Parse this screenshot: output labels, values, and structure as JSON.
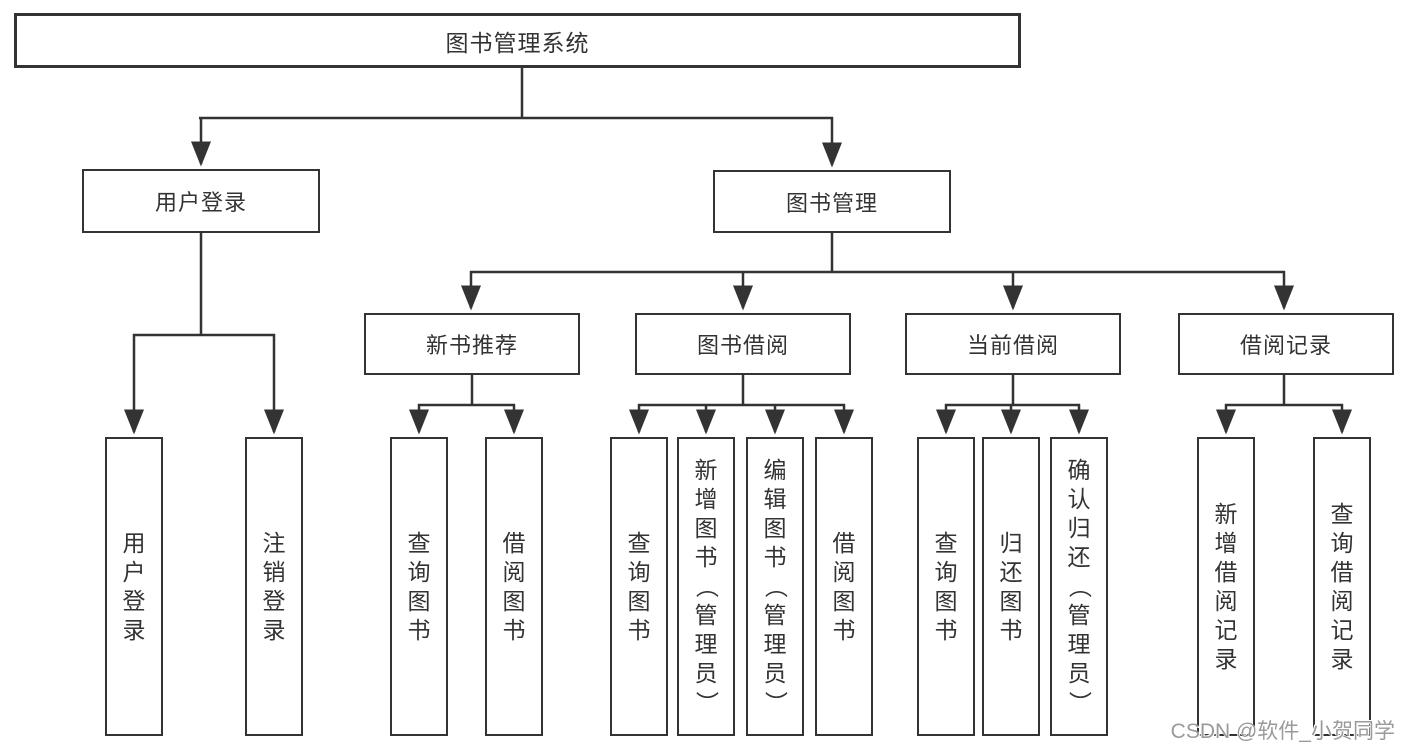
{
  "colors": {
    "line": "#333333",
    "text": "#333333",
    "border": "#333333",
    "bg": "#ffffff",
    "watermark": "#9a9a9a"
  },
  "hierarchy": {
    "label": "图书管理系统",
    "children": [
      {
        "label": "用户登录",
        "children": [
          {
            "label": "用户登录"
          },
          {
            "label": "注销登录"
          }
        ]
      },
      {
        "label": "图书管理",
        "children": [
          {
            "label": "新书推荐",
            "children": [
              {
                "label": "查询图书"
              },
              {
                "label": "借阅图书"
              }
            ]
          },
          {
            "label": "图书借阅",
            "children": [
              {
                "label": "查询图书"
              },
              {
                "label": "新增图书（管理员）"
              },
              {
                "label": "编辑图书（管理员）"
              },
              {
                "label": "借阅图书"
              }
            ]
          },
          {
            "label": "当前借阅",
            "children": [
              {
                "label": "查询图书"
              },
              {
                "label": "归还图书"
              },
              {
                "label": "确认归还（管理员）"
              }
            ]
          },
          {
            "label": "借阅记录",
            "children": [
              {
                "label": "新增借阅记录"
              },
              {
                "label": "查询借阅记录"
              }
            ]
          }
        ]
      }
    ]
  },
  "watermark": {
    "text": "CSDN @软件_小贺同学"
  }
}
